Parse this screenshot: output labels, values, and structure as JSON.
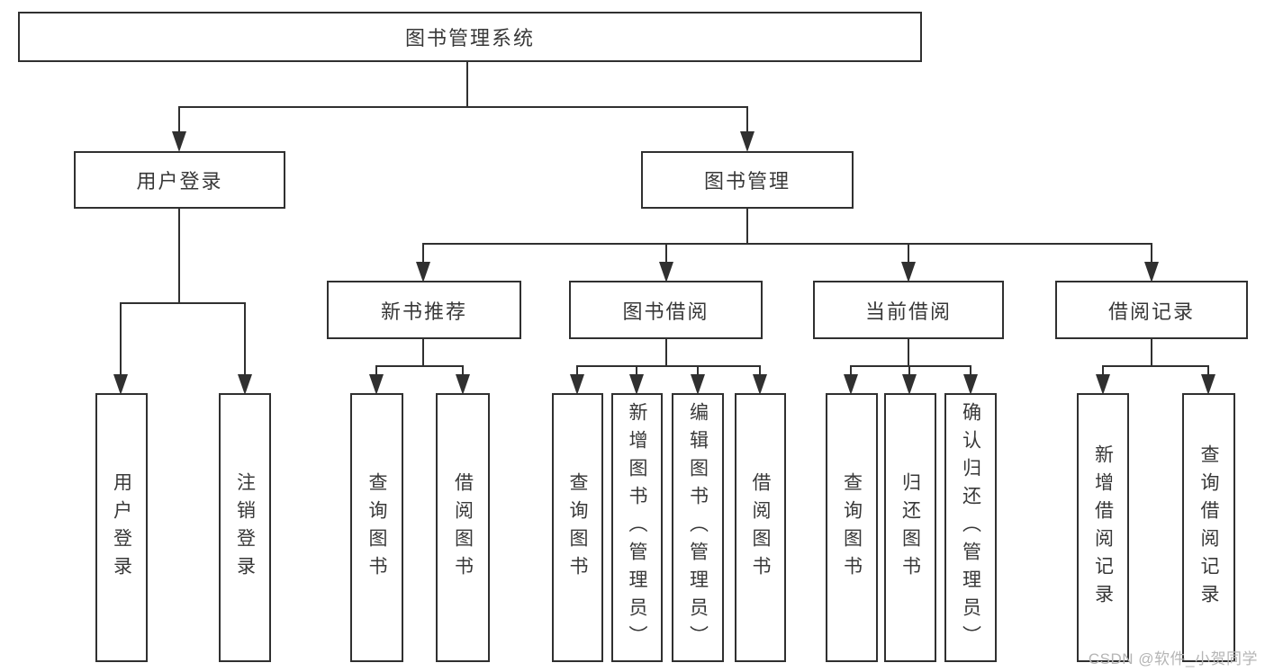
{
  "tree": {
    "label": "图书管理系统",
    "children": [
      {
        "label": "用户登录",
        "children": [
          {
            "label": "用户登录"
          },
          {
            "label": "注销登录"
          }
        ]
      },
      {
        "label": "图书管理",
        "children": [
          {
            "label": "新书推荐",
            "children": [
              {
                "label": "查询图书"
              },
              {
                "label": "借阅图书"
              }
            ]
          },
          {
            "label": "图书借阅",
            "children": [
              {
                "label": "查询图书"
              },
              {
                "label": "新增图书（管理员）"
              },
              {
                "label": "编辑图书（管理员）"
              },
              {
                "label": "借阅图书"
              }
            ]
          },
          {
            "label": "当前借阅",
            "children": [
              {
                "label": "查询图书"
              },
              {
                "label": "归还图书"
              },
              {
                "label": "确认归还（管理员）"
              }
            ]
          },
          {
            "label": "借阅记录",
            "children": [
              {
                "label": "新增借阅记录"
              },
              {
                "label": "查询借阅记录"
              }
            ]
          }
        ]
      }
    ]
  },
  "watermark": "CSDN @软件_小贺同学",
  "colors": {
    "line": "#303030",
    "box_border": "#303030",
    "text": "#383838",
    "watermark": "#b5b5b5",
    "background": "#ffffff"
  }
}
